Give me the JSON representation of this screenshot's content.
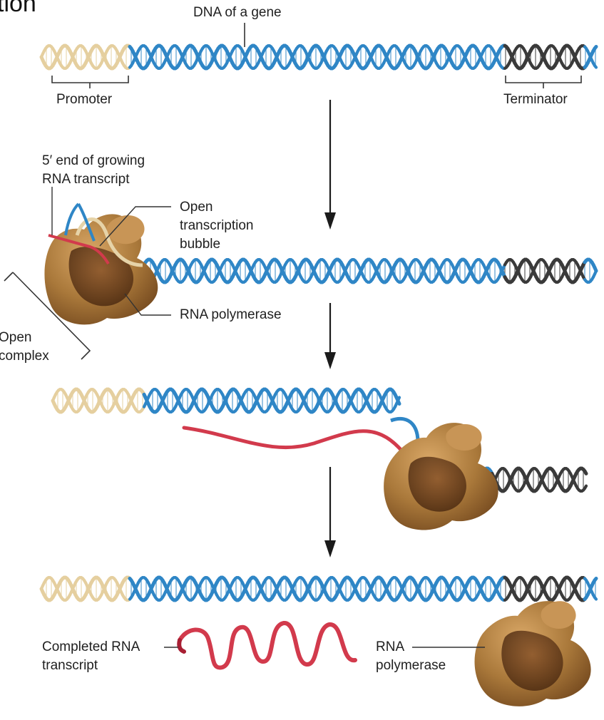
{
  "page_title_fragment": "tion",
  "labels": {
    "dna_of_gene": "DNA of a gene",
    "promoter": "Promoter",
    "terminator": "Terminator",
    "five_prime_end": "5′ end of growing",
    "five_prime_end_line2": "RNA transcript",
    "open_bubble": "Open",
    "open_bubble_line2": "transcription",
    "open_bubble_line3": "bubble",
    "rna_polymerase": "RNA polymerase",
    "open_complex": "Open",
    "open_complex_line2": "complex",
    "completed_rna": "Completed RNA",
    "completed_rna_line2": "transcript",
    "rna_polymerase_free": "RNA",
    "rna_polymerase_free_line2": "polymerase"
  },
  "colors": {
    "dna_blue": "#2f86c6",
    "dna_blue_dark": "#1a5f98",
    "promoter_tan": "#e5cf9f",
    "terminator_gray": "#3a3a3a",
    "rna_red": "#d23a4c",
    "polymerase": "#a9783a",
    "polymerase_dark": "#6b3e1c",
    "arrow": "#1b1b1b"
  }
}
